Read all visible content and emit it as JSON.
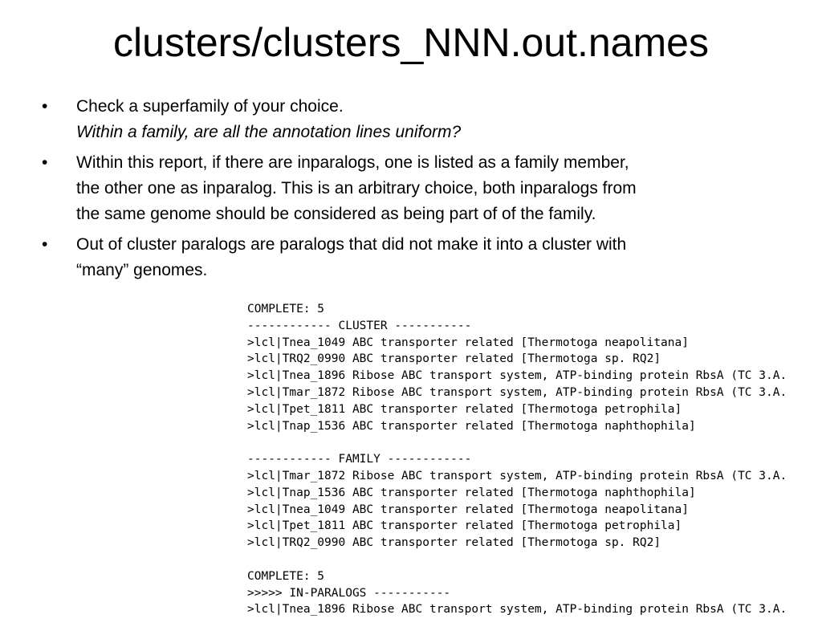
{
  "title": "clusters/clusters_NNN.out.names",
  "bullet_marker": "•",
  "bullets": [
    {
      "lines": [
        {
          "text": "Check a superfamily of your choice.",
          "italic": false
        },
        {
          "text": "Within a family, are all the annotation lines uniform?",
          "italic": true
        }
      ]
    },
    {
      "lines": [
        {
          "text": "Within this report, if there are inparalogs, one is listed as a family member,",
          "italic": false
        },
        {
          "text": "the other one as inparalog.  This is an arbitrary choice, both inparalogs from",
          "italic": false
        },
        {
          "text": "the same genome should be considered as being part of of the family.",
          "italic": false
        }
      ]
    },
    {
      "lines": [
        {
          "text": "Out of cluster paralogs are paralogs that did not make it into a cluster with",
          "italic": false
        },
        {
          "text": "“many” genomes.",
          "italic": false
        }
      ]
    }
  ],
  "code_lines": [
    "COMPLETE: 5",
    "------------ CLUSTER -----------",
    ">lcl|Tnea_1049 ABC transporter related [Thermotoga neapolitana]",
    ">lcl|TRQ2_0990 ABC transporter related [Thermotoga sp. RQ2]",
    ">lcl|Tnea_1896 Ribose ABC transport system, ATP-binding protein RbsA (TC 3.A.",
    ">lcl|Tmar_1872 Ribose ABC transport system, ATP-binding protein RbsA (TC 3.A.",
    ">lcl|Tpet_1811 ABC transporter related [Thermotoga petrophila]",
    ">lcl|Tnap_1536 ABC transporter related [Thermotoga naphthophila]",
    "",
    "------------ FAMILY ------------",
    ">lcl|Tmar_1872 Ribose ABC transport system, ATP-binding protein RbsA (TC 3.A.",
    ">lcl|Tnap_1536 ABC transporter related [Thermotoga naphthophila]",
    ">lcl|Tnea_1049 ABC transporter related [Thermotoga neapolitana]",
    ">lcl|Tpet_1811 ABC transporter related [Thermotoga petrophila]",
    ">lcl|TRQ2_0990 ABC transporter related [Thermotoga sp. RQ2]",
    "",
    "COMPLETE: 5",
    ">>>>> IN-PARALOGS -----------",
    ">lcl|Tnea_1896 Ribose ABC transport system, ATP-binding protein RbsA (TC 3.A."
  ]
}
